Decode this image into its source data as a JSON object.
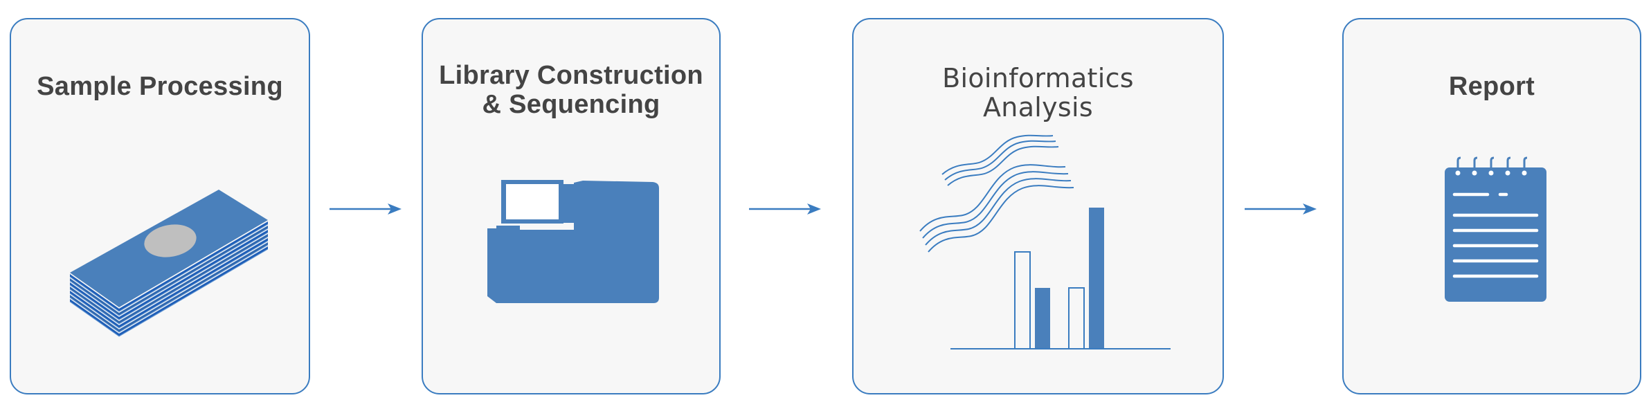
{
  "steps": [
    {
      "title_lines": [
        "Sample Processing"
      ],
      "icon": "slide-stack-icon"
    },
    {
      "title_lines": [
        "Library Construction",
        "& Sequencing"
      ],
      "icon": "sequencer-icon"
    },
    {
      "title_lines": [
        "Bioinformatics",
        "Analysis"
      ],
      "icon": "analysis-chart-icon"
    },
    {
      "title_lines": [
        "Report"
      ],
      "icon": "notepad-icon"
    }
  ],
  "colors": {
    "accent": "#3a7cc0",
    "fill": "#4a80bb",
    "card_bg": "#f7f7f7",
    "text": "#444444",
    "sample_spot": "#bfbfbf"
  }
}
